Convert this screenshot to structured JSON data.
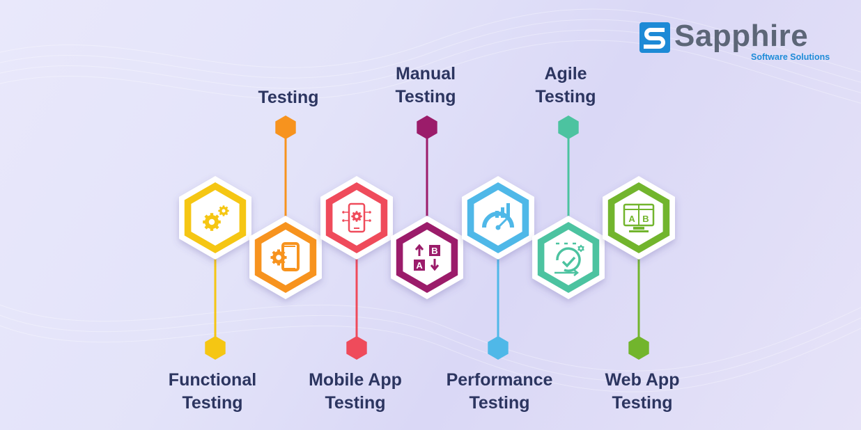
{
  "brand": {
    "name": "Sapphire",
    "tagline": "Software Solutions",
    "colors": {
      "mark": "#1d8ad6",
      "text": "#5c6677",
      "tagline": "#1e8cd8"
    }
  },
  "items": [
    {
      "id": "functional",
      "icon": "gears-icon",
      "color": "#f5c613",
      "label_lines": [
        "Functional",
        "Testing"
      ],
      "label_position": "bottom"
    },
    {
      "id": "testing",
      "icon": "settings-panel-icon",
      "color": "#f7931e",
      "label_lines": [
        "Testing"
      ],
      "label_position": "top"
    },
    {
      "id": "mobile-app",
      "icon": "smartphone-gear-icon",
      "color": "#ef4b5b",
      "label_lines": [
        "Mobile App",
        "Testing"
      ],
      "label_position": "bottom"
    },
    {
      "id": "manual",
      "icon": "ab-arrows-icon",
      "color": "#9b1c6a",
      "label_lines": [
        "Manual",
        "Testing"
      ],
      "label_position": "top"
    },
    {
      "id": "performance",
      "icon": "speedometer-chart-icon",
      "color": "#4fb8e8",
      "label_lines": [
        "Performance",
        "Testing"
      ],
      "label_position": "bottom"
    },
    {
      "id": "agile",
      "icon": "cycle-check-icon",
      "color": "#4cc3a0",
      "label_lines": [
        "Agile",
        "Testing"
      ],
      "label_position": "top"
    },
    {
      "id": "web-app",
      "icon": "ab-browser-icon",
      "color": "#72b52d",
      "label_lines": [
        "Web App",
        "Testing"
      ],
      "label_position": "bottom"
    }
  ]
}
